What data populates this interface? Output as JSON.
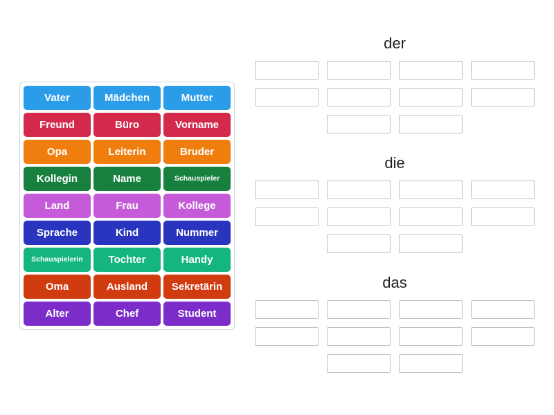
{
  "activity": {
    "type": "group-sort"
  },
  "bank": {
    "tiles": [
      {
        "text": "Vater",
        "color": "#2B9CE7"
      },
      {
        "text": "Mädchen",
        "color": "#2B9CE7"
      },
      {
        "text": "Mutter",
        "color": "#2B9CE7"
      },
      {
        "text": "Freund",
        "color": "#D3294A"
      },
      {
        "text": "Büro",
        "color": "#D3294A"
      },
      {
        "text": "Vorname",
        "color": "#D3294A"
      },
      {
        "text": "Opa",
        "color": "#F07E0F"
      },
      {
        "text": "Leiterin",
        "color": "#F07E0F"
      },
      {
        "text": "Bruder",
        "color": "#F07E0F"
      },
      {
        "text": "Kollegin",
        "color": "#17803E"
      },
      {
        "text": "Name",
        "color": "#17803E"
      },
      {
        "text": "Schauspieler",
        "color": "#17803E"
      },
      {
        "text": "Land",
        "color": "#C55BD9"
      },
      {
        "text": "Frau",
        "color": "#C55BD9"
      },
      {
        "text": "Kollege",
        "color": "#C55BD9"
      },
      {
        "text": "Sprache",
        "color": "#2A35BF"
      },
      {
        "text": "Kind",
        "color": "#2A35BF"
      },
      {
        "text": "Nummer",
        "color": "#2A35BF"
      },
      {
        "text": "Schauspielerin",
        "color": "#15B581"
      },
      {
        "text": "Tochter",
        "color": "#15B581"
      },
      {
        "text": "Handy",
        "color": "#15B581"
      },
      {
        "text": "Oma",
        "color": "#D13B10"
      },
      {
        "text": "Ausland",
        "color": "#D13B10"
      },
      {
        "text": "Sekretärin",
        "color": "#D13B10"
      },
      {
        "text": "Alter",
        "color": "#7B2CC9"
      },
      {
        "text": "Chef",
        "color": "#7B2CC9"
      },
      {
        "text": "Student",
        "color": "#7B2CC9"
      }
    ]
  },
  "groups": [
    {
      "label": "der",
      "slot_rows": [
        4,
        4,
        2
      ]
    },
    {
      "label": "die",
      "slot_rows": [
        4,
        4,
        2
      ]
    },
    {
      "label": "das",
      "slot_rows": [
        4,
        4,
        2
      ]
    }
  ],
  "colors": {
    "slot_border": "#c2c2c2",
    "panel_border": "#ccd6e0",
    "header_text": "#1f1f1f",
    "page_background": "#ffffff"
  }
}
